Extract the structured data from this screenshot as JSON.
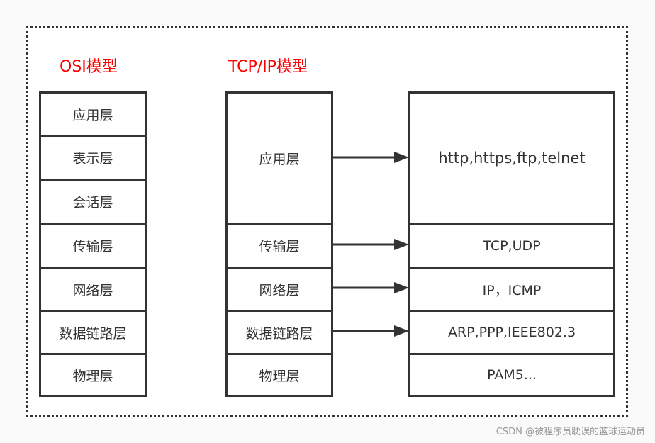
{
  "titles": {
    "osi": "OSI模型",
    "tcpip": "TCP/IP模型"
  },
  "osi_layers": [
    "应用层",
    "表示层",
    "会话层",
    "传输层",
    "网络层",
    "数据链路层",
    "物理层"
  ],
  "tcpip_layers": [
    "应用层",
    "传输层",
    "网络层",
    "数据链路层",
    "物理层"
  ],
  "protocols": [
    "http,https,ftp,telnet",
    "TCP,UDP",
    "IP，ICMP",
    "ARP,PPP,IEEE802.3",
    "PAM5..."
  ],
  "arrows": [
    {
      "from": "应用层",
      "to": "http,https,ftp,telnet"
    },
    {
      "from": "传输层",
      "to": "TCP,UDP"
    },
    {
      "from": "网络层",
      "to": "IP，ICMP"
    },
    {
      "from": "数据链路层",
      "to": "ARP,PPP,IEEE802.3"
    }
  ],
  "watermark": "CSDN @被程序员耽误的篮球运动员",
  "colors": {
    "title": "#ff0000",
    "line": "#333333"
  }
}
